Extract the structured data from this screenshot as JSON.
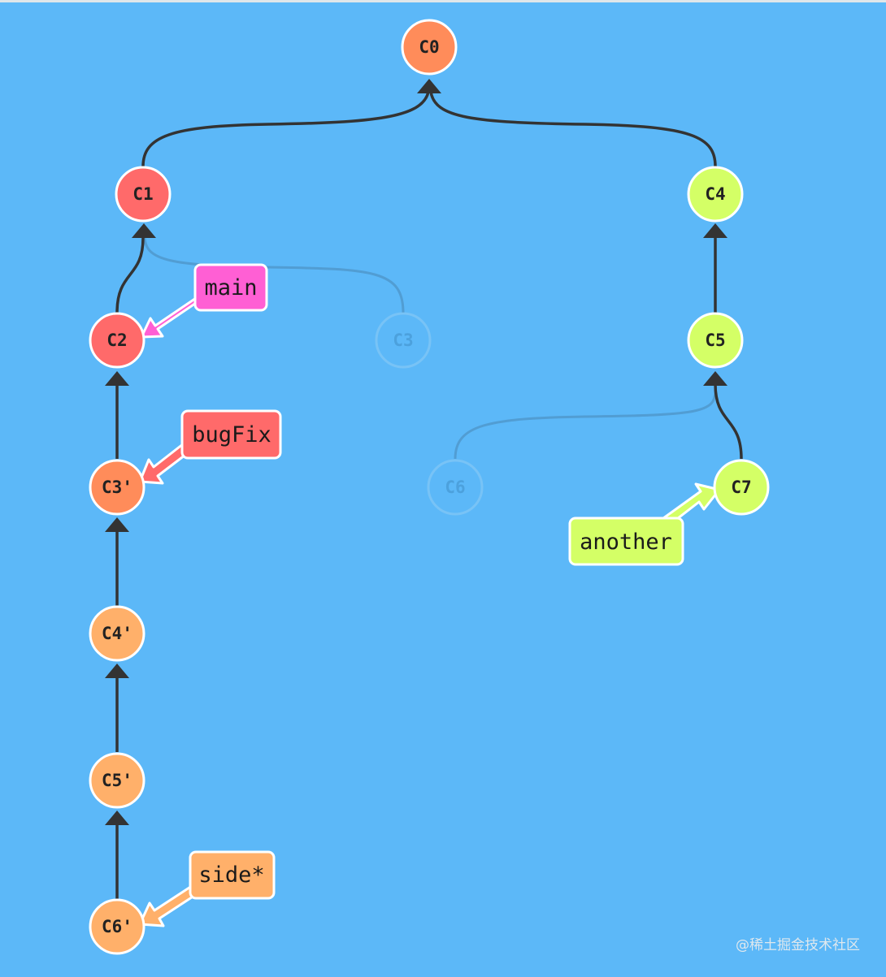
{
  "commits": {
    "c0": {
      "label": "C0",
      "color": "#ff8c5a"
    },
    "c1": {
      "label": "C1",
      "color": "#ff6a6a"
    },
    "c2": {
      "label": "C2",
      "color": "#ff6a6a"
    },
    "c3": {
      "label": "C3",
      "color": "#5cb8f8"
    },
    "c3p": {
      "label": "C3'",
      "color": "#ff8c5a"
    },
    "c4p": {
      "label": "C4'",
      "color": "#ffb06a"
    },
    "c5p": {
      "label": "C5'",
      "color": "#ffb06a"
    },
    "c6p": {
      "label": "C6'",
      "color": "#ffb06a"
    },
    "c4": {
      "label": "C4",
      "color": "#d4ff66"
    },
    "c5": {
      "label": "C5",
      "color": "#d4ff66"
    },
    "c6": {
      "label": "C6",
      "color": "#5cb8f8"
    },
    "c7": {
      "label": "C7",
      "color": "#d4ff66"
    }
  },
  "branches": {
    "main": {
      "label": "main",
      "color": "#ff5fd4",
      "target": "C2"
    },
    "bugFix": {
      "label": "bugFix",
      "color": "#ff6a6a",
      "target": "C3'"
    },
    "side": {
      "label": "side*",
      "color": "#ffb06a",
      "target": "C6'"
    },
    "another": {
      "label": "another",
      "color": "#d4ff66",
      "target": "C7"
    }
  },
  "watermark": "@稀土掘金技术社区"
}
